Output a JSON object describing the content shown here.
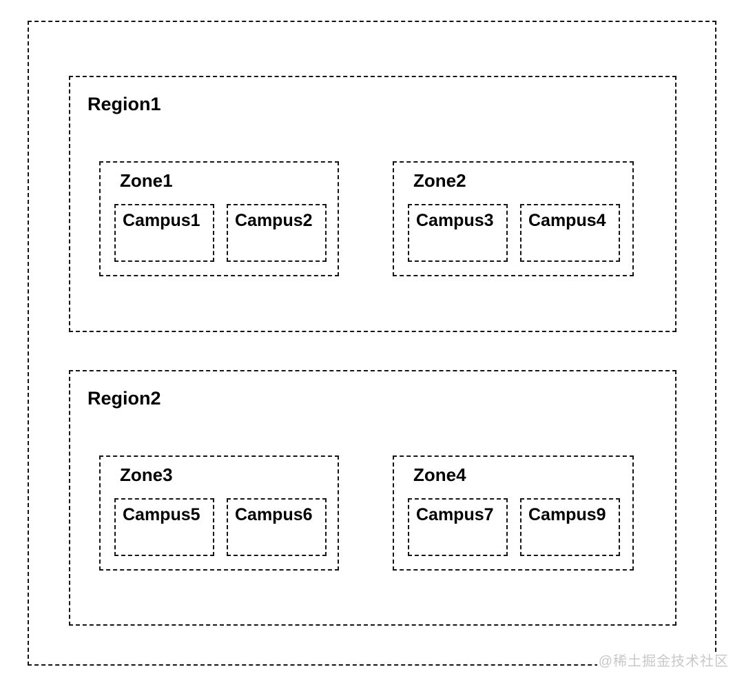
{
  "diagram_title": "network-region-zone-campus-topology",
  "colors": {
    "background": "#ffffff",
    "border": "#141414",
    "label_text": "#000000",
    "watermark_text": "#c8c8c8"
  },
  "watermark": "@稀土掘金技术社区",
  "regions": [
    {
      "label": "Region1",
      "zones": [
        {
          "label": "Zone1",
          "campuses": [
            "Campus1",
            "Campus2"
          ]
        },
        {
          "label": "Zone2",
          "campuses": [
            "Campus3",
            "Campus4"
          ]
        }
      ]
    },
    {
      "label": "Region2",
      "zones": [
        {
          "label": "Zone3",
          "campuses": [
            "Campus5",
            "Campus6"
          ]
        },
        {
          "label": "Zone4",
          "campuses": [
            "Campus7",
            "Campus9"
          ]
        }
      ]
    }
  ]
}
